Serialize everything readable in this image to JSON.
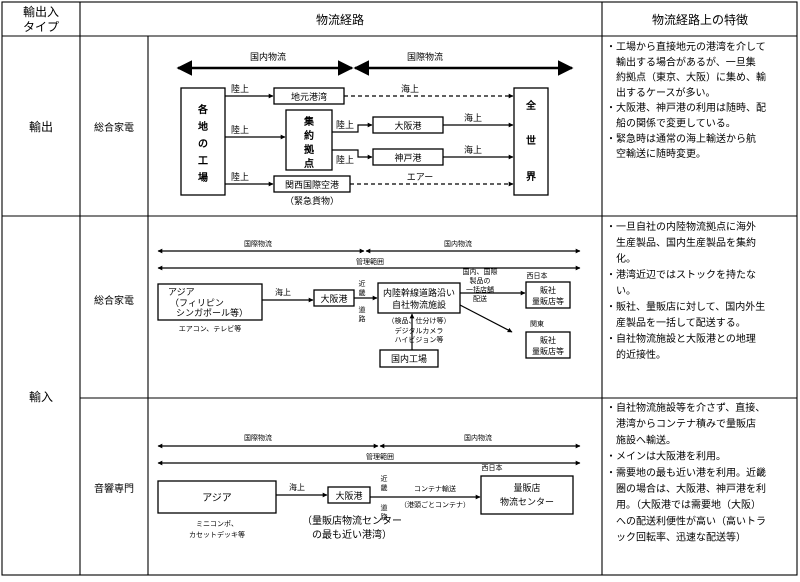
{
  "header": {
    "col1": [
      "輸出入",
      "タイプ"
    ],
    "col3": "物流経路",
    "col4": "物流経路上の特徴"
  },
  "rows": {
    "export": {
      "type": "輸出",
      "category": "総合家電",
      "diagram": {
        "domestic": "国内物流",
        "international": "国際物流",
        "factories": [
          "各",
          "地",
          "の",
          "工",
          "場"
        ],
        "land1": "陸上",
        "land2": "陸上",
        "land3": "陸上",
        "land4": "陸上",
        "land5": "陸上",
        "local_port": "地元港湾",
        "sea_top": "海上",
        "consolidation": [
          "集",
          "約",
          "拠",
          "点"
        ],
        "osaka": "大阪港",
        "kobe": "神戸港",
        "sea_mid1": "海上",
        "sea_mid2": "海上",
        "kansai": "関西国際空港",
        "air": "エアー",
        "urgent": "（緊急貨物）",
        "world": [
          "全",
          "世",
          "界"
        ]
      },
      "features": [
        [
          "・工場から直接地元の港湾を介して",
          "　輸出する場合があるが、一旦集",
          "　約拠点（東京、大阪）に集め、輸",
          "　出するケースが多い。"
        ],
        [
          "・大阪港、神戸港の利用は随時、配",
          "　船の関係で変更している。"
        ],
        [
          "・緊急時は通常の海上輸送から航",
          "　空輸送に随時変更。"
        ]
      ]
    },
    "import": {
      "type": "輸入",
      "general": {
        "category": "総合家電",
        "diagram": {
          "international": "国際物流",
          "domestic": "国内物流",
          "management": "管理範囲",
          "asia": "アジア",
          "asia_sub1": "（フィリピン",
          "asia_sub2": "シンガポール等）",
          "asia_goods": "エアコン、テレビ等",
          "sea": "海上",
          "osaka": "大阪港",
          "via": [
            "近",
            "畿",
            "道",
            "路"
          ],
          "facility1": "内陸幹線道路沿い",
          "facility2": "自社物流施設",
          "inspection": "（検品、仕分け等）",
          "goods1": "デジタルカメラ",
          "goods2": "ハイビジョン等",
          "domestic_factory": "国内工場",
          "mixed1": "国内、国際",
          "mixed2": "製品の",
          "mixed3": "一括店舗",
          "mixed4": "配送",
          "west_japan": "西日本",
          "east_japan": "関東",
          "store_a1": "販社",
          "store_a2": "量販店等",
          "store_b1": "販社",
          "store_b2": "量販店等"
        },
        "features": [
          [
            "・一旦自社の内陸物流拠点に海外",
            "　生産製品、国内生産製品を集約",
            "　化。"
          ],
          [
            "・港湾近辺ではストックを持たな",
            "　い。"
          ],
          [
            "・販社、量販店に対して、国内外生",
            "　産製品を一括して配送する。"
          ],
          [
            "・自社物流施設と大阪港との地理",
            "　的近接性。"
          ]
        ]
      },
      "audio": {
        "category": "音響専門",
        "diagram": {
          "international": "国際物流",
          "domestic": "国内物流",
          "management": "管理範囲",
          "asia": "アジア",
          "goods1": "ミニコンポ、",
          "goods2": "カセットデッキ等",
          "sea": "海上",
          "osaka": "大阪港",
          "via": [
            "近",
            "畿",
            "道",
            "路"
          ],
          "container": "コンテナ輸送",
          "container_sub": "（港頭ごとコンテナ）",
          "west_japan": "西日本",
          "center1": "量販店",
          "center2": "物流センター",
          "note1": "（量販店物流センター",
          "note2": "の最も近い港湾）"
        },
        "features": [
          [
            "・自社物流施設等を介さず、直接、",
            "　港湾からコンテナ積みで量販店",
            "　施設へ輸送。"
          ],
          [
            "・メインは大阪港を利用。"
          ],
          [
            "・需要地の最も近い港を利用。近畿",
            "　圏の場合は、大阪港、神戸港を利",
            "　用。（大阪港では需要地（大阪）",
            "　への配送利便性が高い（高いトラ",
            "　ック回転率、迅速な配送等）"
          ]
        ]
      }
    }
  }
}
